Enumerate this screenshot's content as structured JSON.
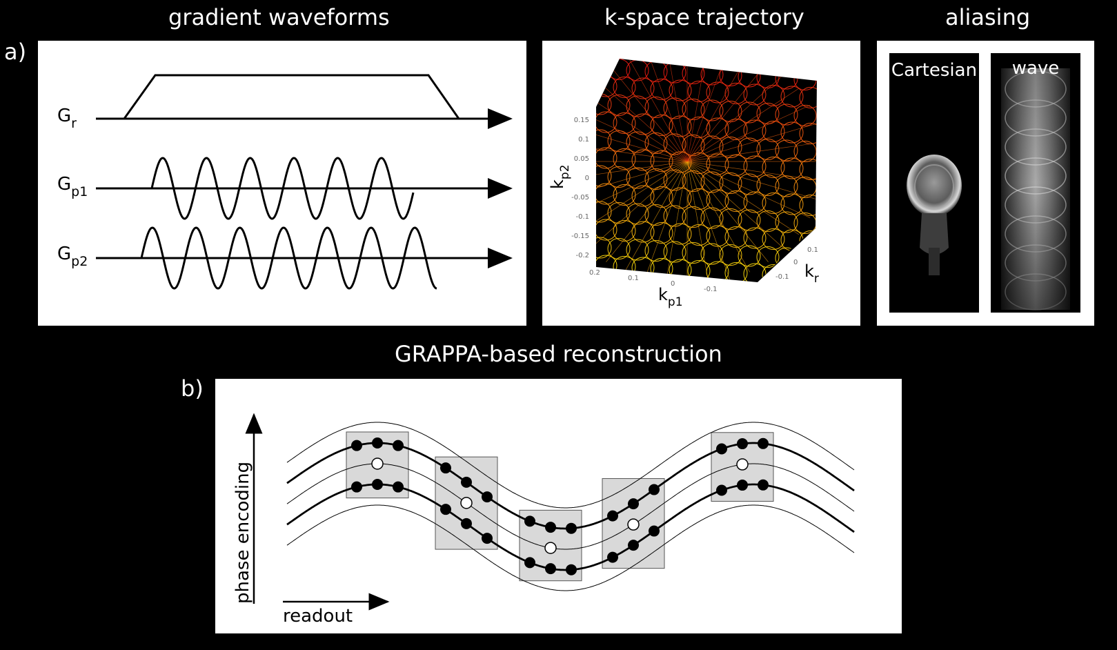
{
  "panel_a": {
    "label": "a)",
    "headers": {
      "gradient": "gradient waveforms",
      "kspace": "k-space trajectory",
      "aliasing": "aliasing"
    },
    "gradient": {
      "gr": {
        "main": "G",
        "sub": "r"
      },
      "gp1": {
        "main": "G",
        "sub": "p1"
      },
      "gp2": {
        "main": "G",
        "sub": "p2"
      }
    },
    "kspace": {
      "kp2": {
        "main": "k",
        "sub": "p2"
      },
      "kp1": {
        "main": "k",
        "sub": "p1"
      },
      "kr": {
        "main": "k",
        "sub": "r"
      },
      "y_ticks": [
        "0.15",
        "0.1",
        "0.05",
        "0",
        "-0.05",
        "-0.1",
        "-0.15",
        "-0.2"
      ],
      "x_ticks": [
        "0.2",
        "0.1",
        "0",
        "-0.1"
      ],
      "z_ticks": [
        "0.1",
        "0",
        "-0.1"
      ]
    },
    "aliasing": {
      "cartesian": "Cartesian",
      "wave": "wave"
    }
  },
  "panel_b": {
    "label": "b)",
    "title": "GRAPPA-based reconstruction",
    "y_axis": "phase encoding",
    "x_axis": "readout"
  },
  "colors": {
    "background": "#000000",
    "panel": "#ffffff",
    "kernel_box": "#d9d9d9",
    "traj_top": "#e01010",
    "traj_bottom": "#f2d20a"
  }
}
